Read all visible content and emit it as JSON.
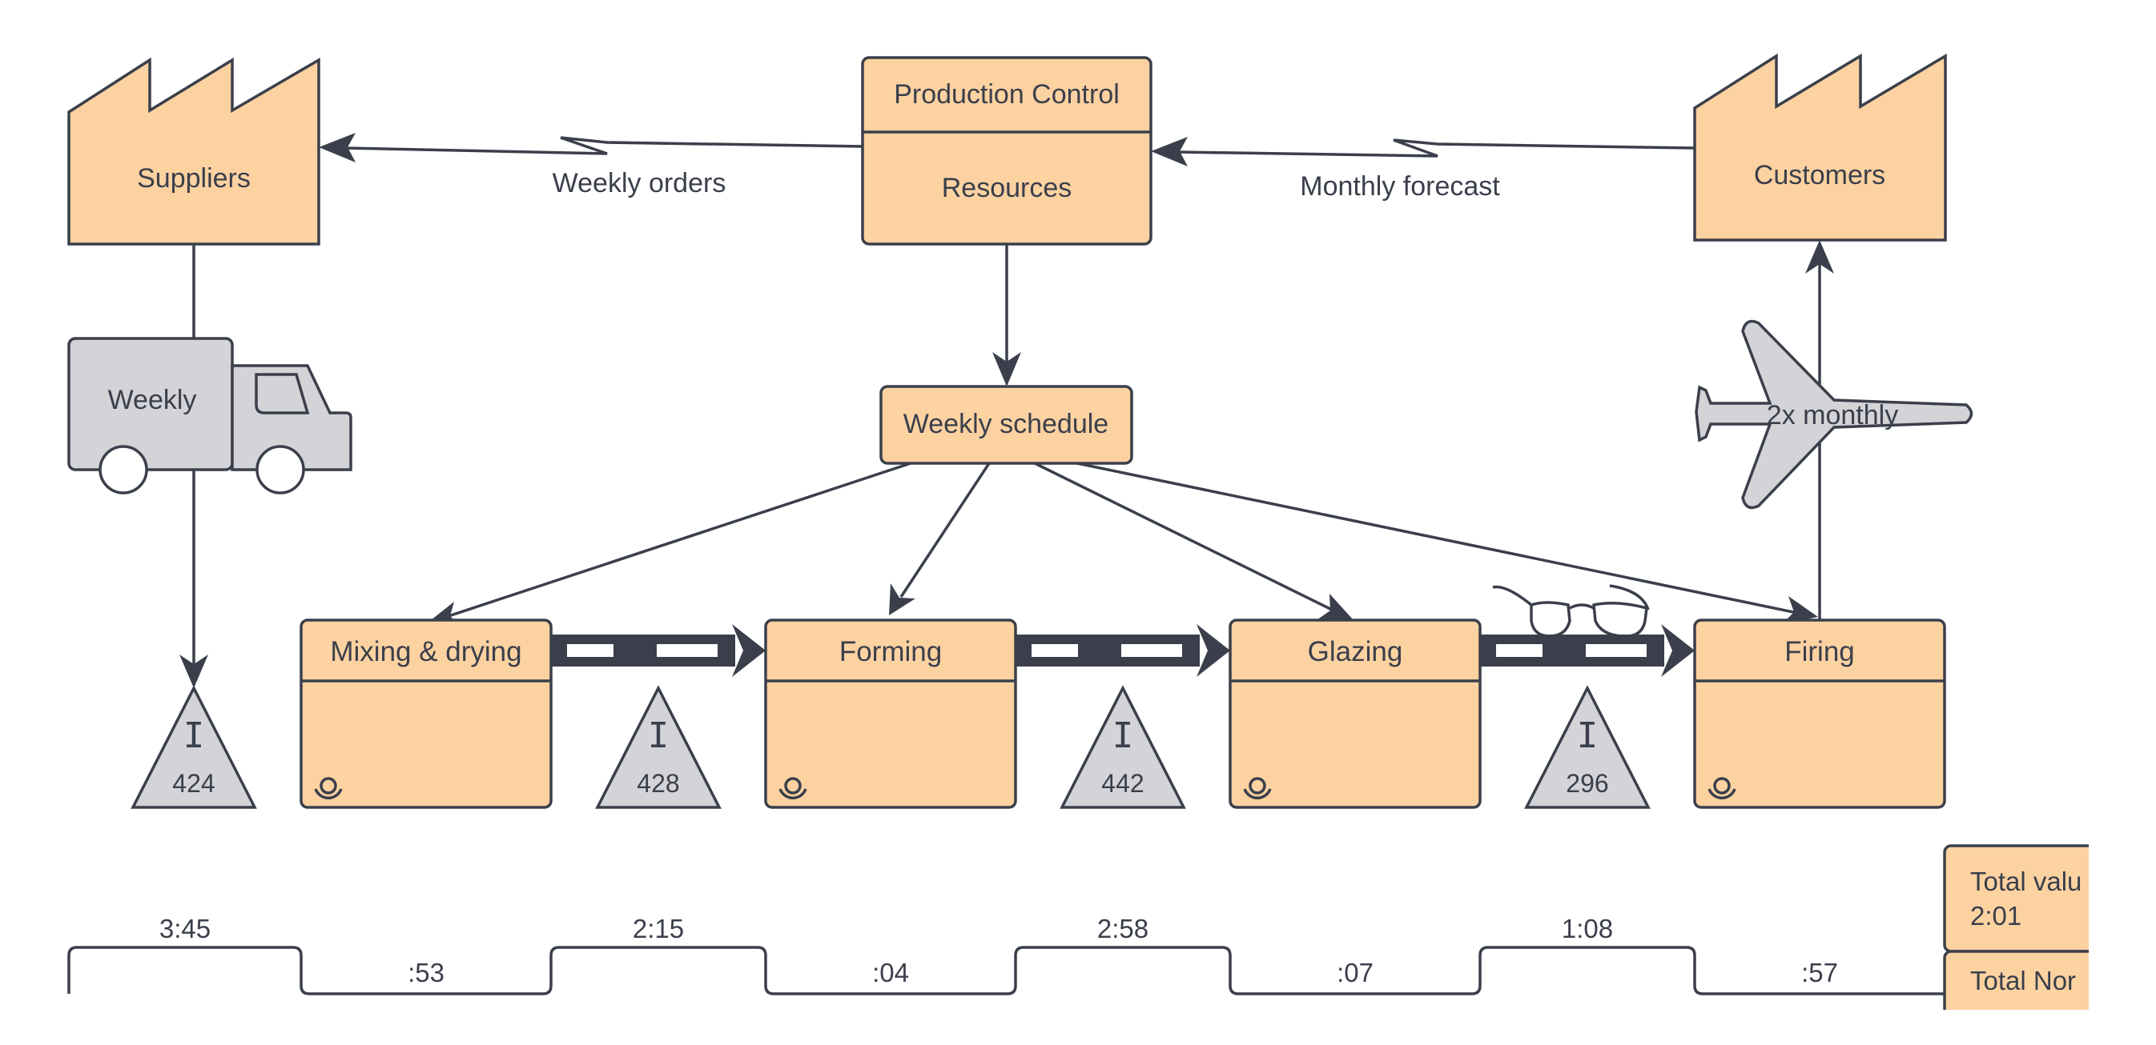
{
  "external": {
    "suppliers": "Suppliers",
    "customers": "Customers"
  },
  "control": {
    "title": "Production Control",
    "subtitle": "Resources"
  },
  "schedule": "Weekly schedule",
  "info_flows": {
    "weekly_orders": "Weekly orders",
    "monthly_forecast": "Monthly forecast"
  },
  "shipments": {
    "truck": "Weekly",
    "plane": "2x monthly"
  },
  "processes": [
    {
      "label": "Mixing & drying"
    },
    {
      "label": "Forming"
    },
    {
      "label": "Glazing"
    },
    {
      "label": "Firing"
    }
  ],
  "inventory": [
    {
      "symbol": "I",
      "count": "424"
    },
    {
      "symbol": "I",
      "count": "428"
    },
    {
      "symbol": "I",
      "count": "442"
    },
    {
      "symbol": "I",
      "count": "296"
    }
  ],
  "timeline": {
    "upper": [
      "3:45",
      "2:15",
      "2:58",
      "1:08"
    ],
    "lower": [
      ":53",
      ":04",
      ":07",
      ":57"
    ],
    "total_value": "Total valu",
    "total_value_time": "2:01",
    "total_non_value": "Total Nor"
  },
  "colors": {
    "box_fill": "#fdd2a1",
    "vehicle_fill": "#d3d3d8",
    "stroke": "#3a3f4b"
  }
}
